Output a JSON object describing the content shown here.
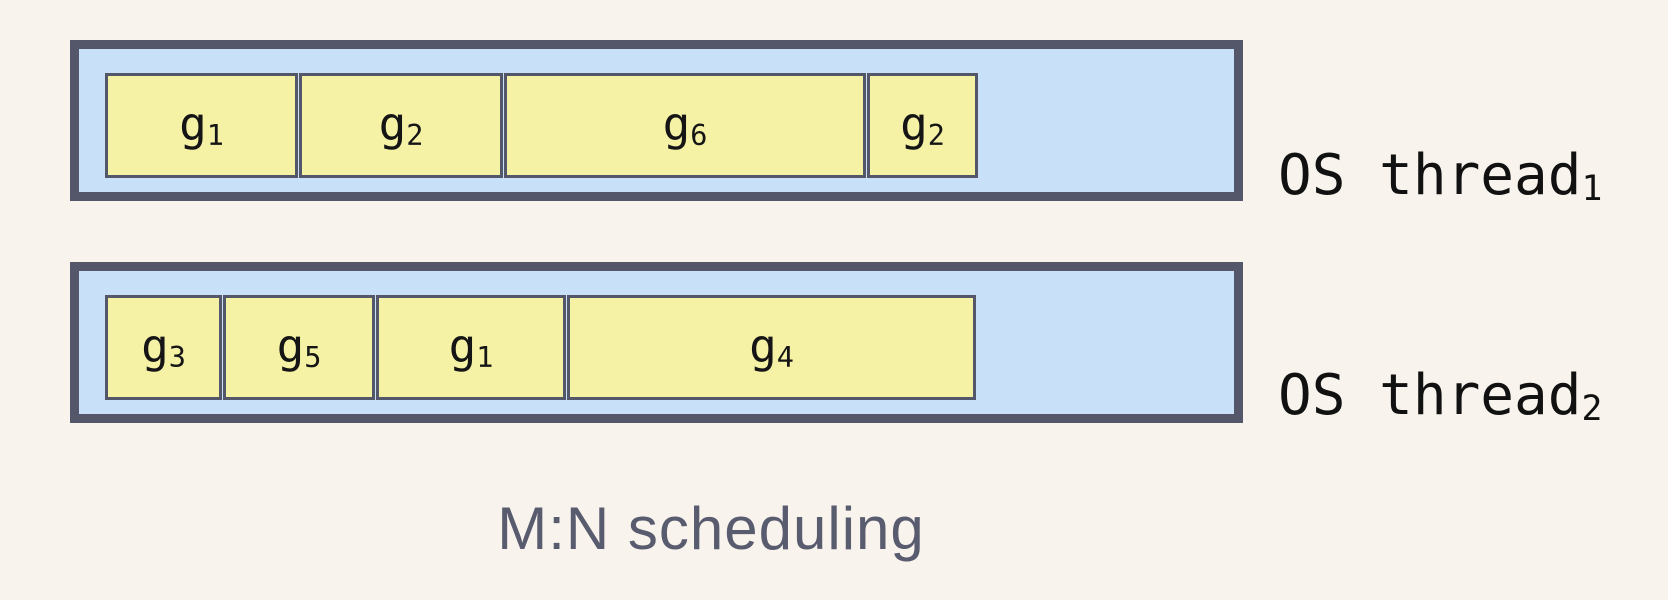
{
  "caption": "M:N scheduling",
  "colors": {
    "background": "#f8f4ed",
    "thread_fill": "#c8e1f8",
    "border": "#54566a",
    "goroutine_fill": "#f5f2a6",
    "caption_text": "#595b6f"
  },
  "threads": [
    {
      "label_base": "OS thread",
      "label_sub": "1",
      "goroutines": [
        {
          "base": "g",
          "sub": "1"
        },
        {
          "base": "g",
          "sub": "2"
        },
        {
          "base": "g",
          "sub": "6"
        },
        {
          "base": "g",
          "sub": "2"
        }
      ]
    },
    {
      "label_base": "OS thread",
      "label_sub": "2",
      "goroutines": [
        {
          "base": "g",
          "sub": "3"
        },
        {
          "base": "g",
          "sub": "5"
        },
        {
          "base": "g",
          "sub": "1"
        },
        {
          "base": "g",
          "sub": "4"
        }
      ]
    }
  ]
}
